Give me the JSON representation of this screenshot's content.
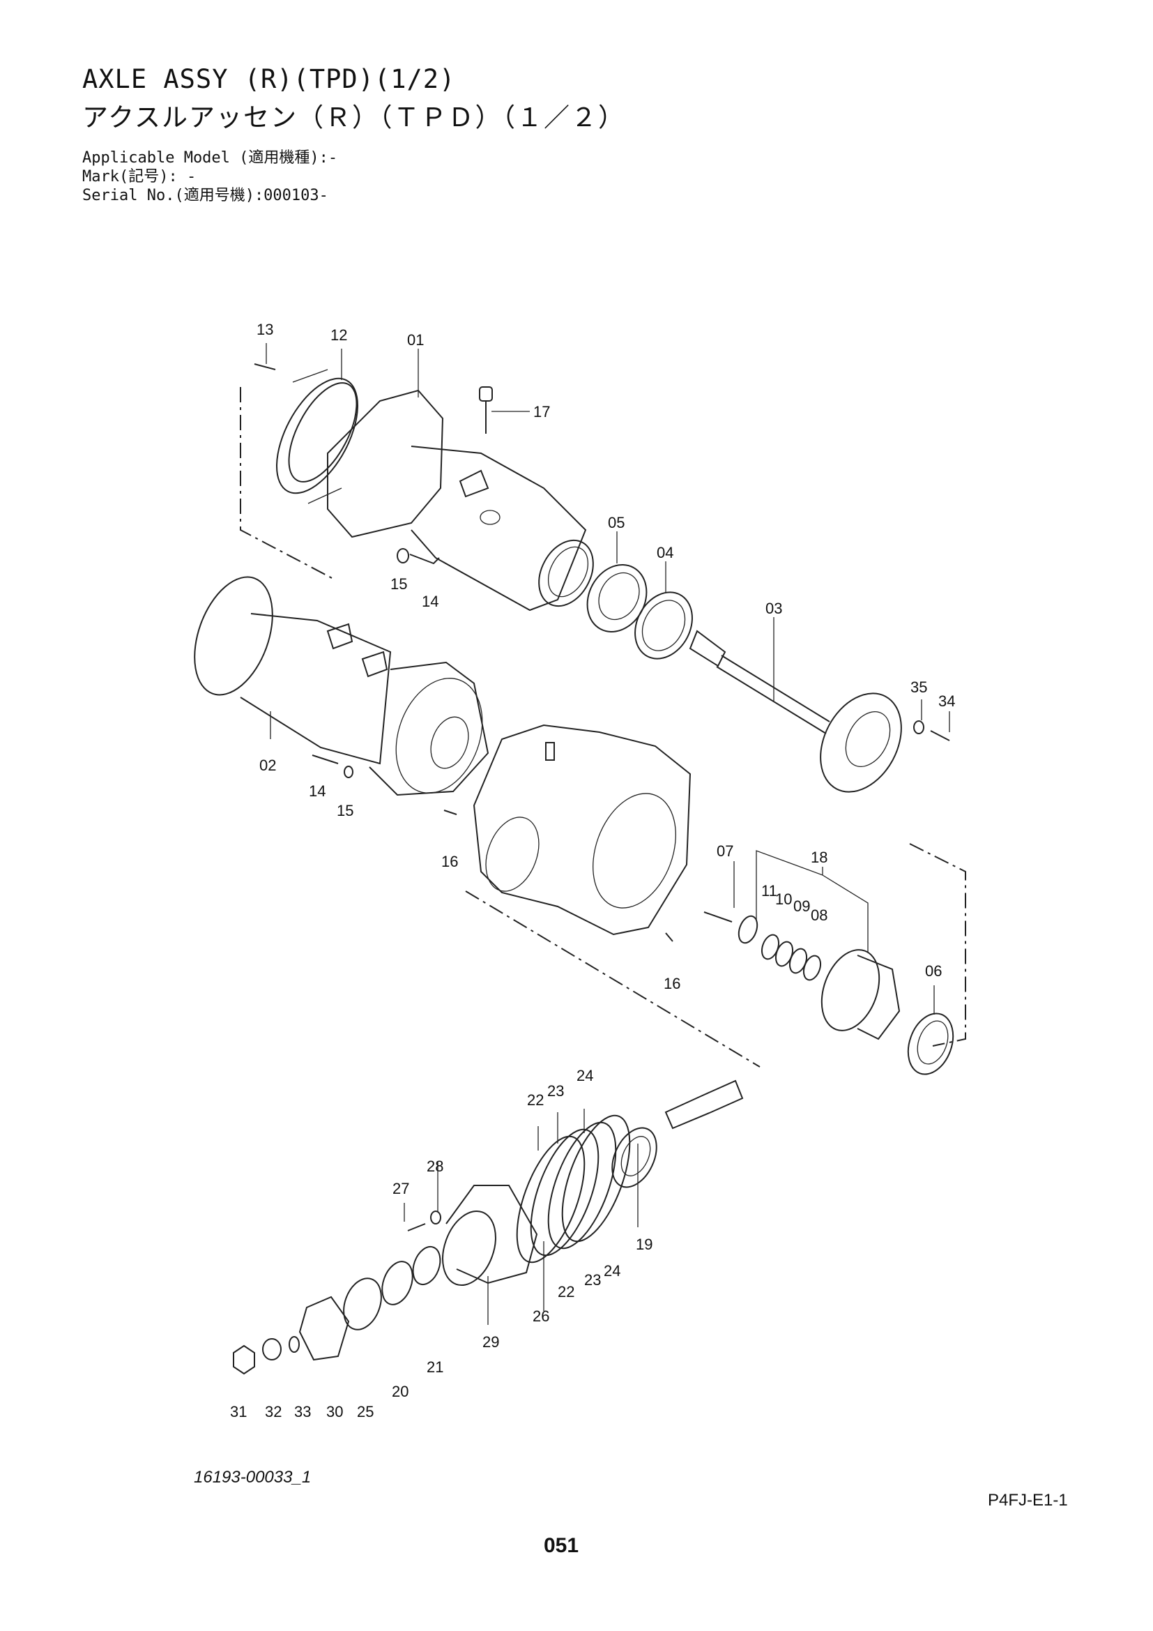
{
  "header": {
    "title_en": "AXLE ASSY (R)(TPD)(1/2)",
    "title_jp": "アクスルアッセン（Ｒ）（ＴＰＤ）（１／２）",
    "applicable_model": "Applicable Model (適用機種):-",
    "mark": "Mark(記号): -",
    "serial_no": "Serial No.(適用号機):000103-"
  },
  "callouts": [
    "13",
    "12",
    "01",
    "17",
    "05",
    "04",
    "15",
    "14",
    "03",
    "35",
    "34",
    "02",
    "14",
    "15",
    "16",
    "07",
    "18",
    "11",
    "10",
    "09",
    "08",
    "16",
    "06",
    "24",
    "22",
    "23",
    "28",
    "27",
    "19",
    "22",
    "23",
    "24",
    "26",
    "29",
    "31",
    "32",
    "33",
    "30",
    "25",
    "20",
    "21"
  ],
  "footer": {
    "drawing_number": "16193-00033_1",
    "page_code": "P4FJ-E1-1",
    "page_number": "051"
  }
}
